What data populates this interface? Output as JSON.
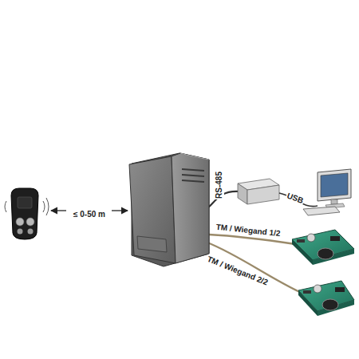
{
  "diagram": {
    "labels": [
      "≤ 0-50 m",
      "RS-485",
      "USB",
      "TM / Wiegand 1/2",
      "TM / Wiegand 2/2"
    ]
  }
}
